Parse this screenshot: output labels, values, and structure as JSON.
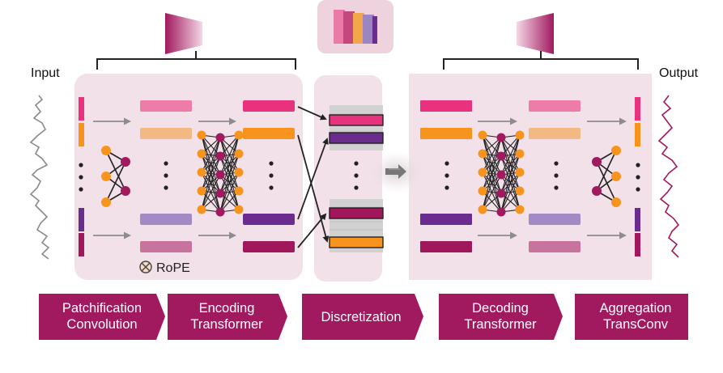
{
  "labels": {
    "input": "Input",
    "output": "Output",
    "rope": "RoPE"
  },
  "stages": [
    {
      "line1": "Patchification",
      "line2": "Convolution"
    },
    {
      "line1": "Encoding",
      "line2": "Transformer"
    },
    {
      "line1": "Discretization",
      "line2": ""
    },
    {
      "line1": "Decoding",
      "line2": "Transformer"
    },
    {
      "line1": "Aggregation",
      "line2": "TransConv"
    }
  ],
  "colors": {
    "panel": "#f3e1ea",
    "stage_bg": "#a1195e",
    "pink": "#e8327d",
    "pink_light": "#ee7ca9",
    "orange": "#f7941d",
    "orange_light": "#f4b883",
    "purple": "#6b2c8f",
    "purple_light": "#a38ac4",
    "magenta": "#a0175c",
    "mauve": "#c8729e",
    "node_dark": "#a1195e",
    "node_orange": "#f7941d",
    "input_signal": "#8a8a8a",
    "output_signal": "#a1195e"
  }
}
